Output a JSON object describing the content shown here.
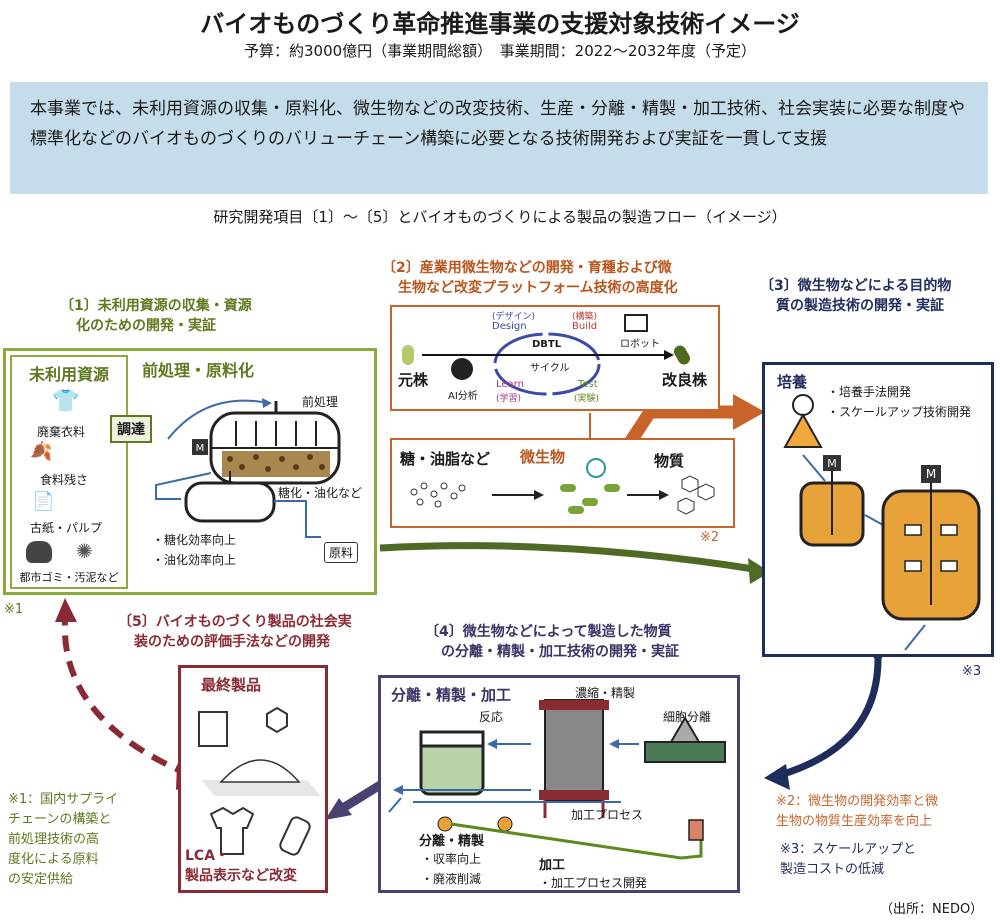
{
  "header": {
    "title": "バイオものづくり革命推進事業の支援対象技術イメージ",
    "subtitle": "予算：約3000億円（事業期間総額）　事業期間：2022〜2032年度（予定）"
  },
  "summary": "本事業では、未利用資源の収集・原料化、微生物などの改変技術、生産・分離・精製・加工技術、社会実装に必要な制度や標準化などのバイオものづくりのバリューチェーン構築に必要となる技術開発および実証を一貫して支援",
  "flow_title": "研究開発項目〔1〕〜〔5〕とバイオものづくりによる製品の製造フロー（イメージ）",
  "item1": {
    "heading_line1": "〔1〕未利用資源の収集・資源",
    "heading_line2": "化のための開発・実証",
    "resources_title": "未利用資源",
    "resources": [
      "廃棄衣料",
      "食料残さ",
      "古紙・パルプ",
      "都市ゴミ・汚泥など"
    ],
    "procure": "調達",
    "pretreat_title": "前処理・原料化",
    "pretreat_label": "前処理",
    "sugar_label": "糖化・油化など",
    "bullets": [
      "・糖化効率向上",
      "・油化効率向上"
    ],
    "material": "原料",
    "note": "※1"
  },
  "item2": {
    "heading_line1": "〔2〕産業用微生物などの開発・育種および微",
    "heading_line2": "生物など改変プラットフォーム技術の高度化",
    "origin": "元株",
    "improved": "改良株",
    "dbtl": "DBTL",
    "cycle": "サイクル",
    "design": "Design",
    "design_jp": "(デザイン)",
    "build": "Build",
    "build_jp": "(構築)",
    "test": "Test",
    "test_jp": "(実験)",
    "learn": "Learn",
    "learn_jp": "(学習)",
    "ai": "AI分析",
    "robot": "ロボット",
    "sugar_oil": "糖・油脂など",
    "microbe": "微生物",
    "substance": "物質",
    "note": "※2"
  },
  "item3": {
    "heading_line1": "〔3〕微生物などによる目的物",
    "heading_line2": "質の製造技術の開発・実証",
    "culture": "培養",
    "bullets": [
      "・培養手法開発",
      "・スケールアップ技術開発"
    ],
    "motor": "M",
    "note": "※3"
  },
  "item4": {
    "heading_line1": "〔4〕微生物などによって製造した物質",
    "heading_line2": "の分離・精製・加工技術の開発・実証",
    "box_title": "分離・精製・加工",
    "concentrate": "濃縮・精製",
    "cell_sep": "細胞分離",
    "reaction": "反応",
    "process": "加工プロセス",
    "sep_title": "分離・精製",
    "sep_bullets": [
      "・収率向上",
      "・廃液削減"
    ],
    "proc_title": "加工",
    "proc_bullets": [
      "・加工プロセス開発"
    ]
  },
  "item5": {
    "heading_line1": "〔5〕バイオものづくり製品の社会実",
    "heading_line2": "装のための評価手法などの開発",
    "final_title": "最終製品",
    "lca_line1": "LCA・",
    "lca_line2": "製品表示など改変"
  },
  "notes": {
    "n1": [
      "※1：国内サプライ",
      "チェーンの構築と",
      "前処理技術の高",
      "度化による原料",
      "の安定供給"
    ],
    "n2": [
      "※2：微生物の開発効率と微",
      "生物の物質生産効率を向上"
    ],
    "n3": [
      "※3：スケールアップと",
      "製造コストの低減"
    ]
  },
  "source": "（出所：NEDO）",
  "colors": {
    "green": "#8aaa3d",
    "orange": "#c8642a",
    "navy": "#1f2d5c",
    "purple": "#4b3f74",
    "maroon": "#8a2b34",
    "summary_bg": "#c5dcea"
  }
}
